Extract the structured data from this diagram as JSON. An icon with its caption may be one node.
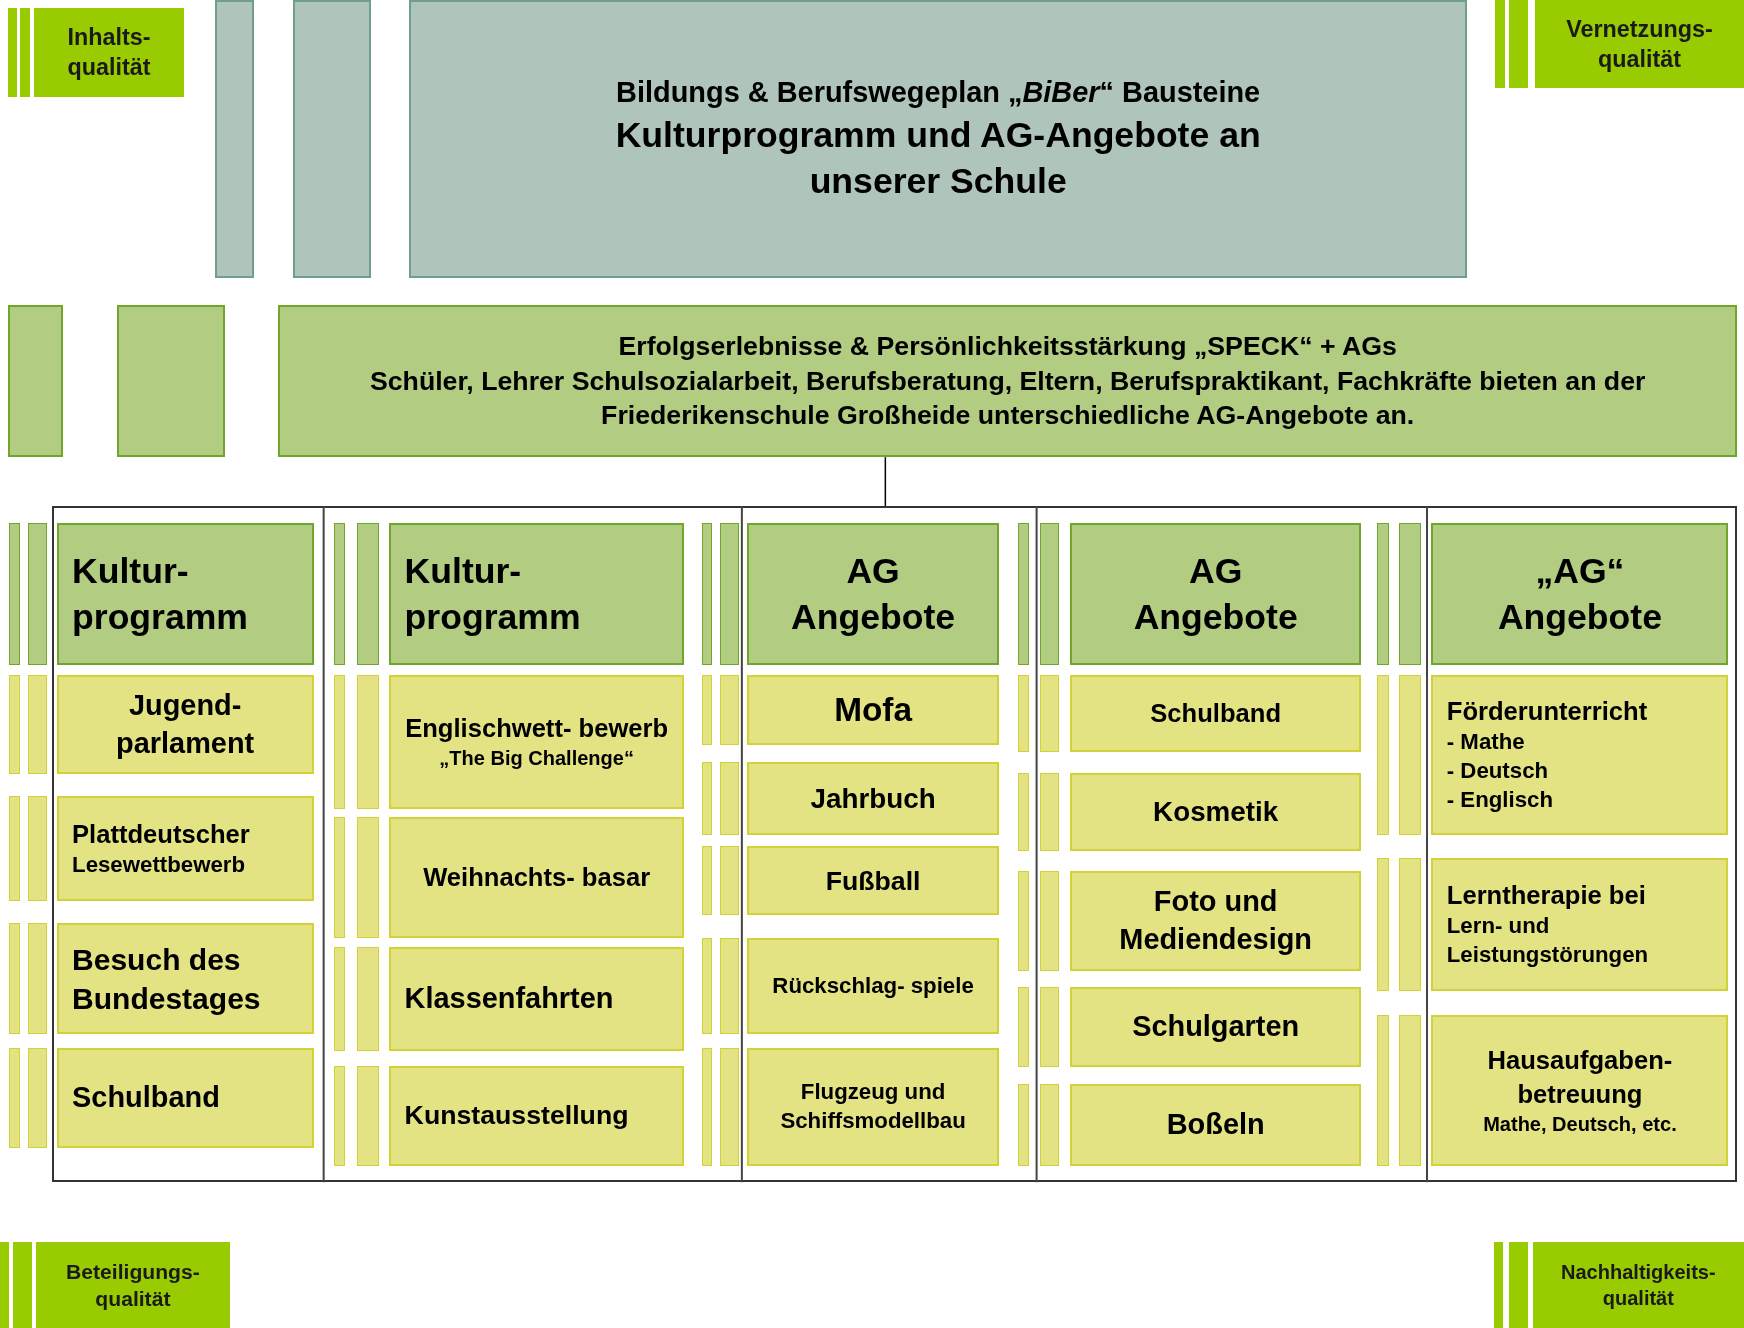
{
  "diagram": {
    "nodes": [
      {
        "text": [],
        "shape": "bar"
      },
      {
        "text": [],
        "shape": "bar"
      },
      {
        "text": [
          "Inhalts- qualität"
        ]
      },
      {
        "text": [],
        "shape": "bar"
      },
      {
        "text": [],
        "shape": "bar"
      },
      {
        "text": [
          "Bildungs & Berufswegeplan „*BiBer*“ Bausteine",
          "Kulturprogramm und AG-Angebote an unserer Schule"
        ]
      },
      {
        "text": [],
        "shape": "bar"
      },
      {
        "text": [],
        "shape": "bar"
      },
      {
        "text": [
          "Vernetzungs- qualität"
        ]
      },
      {
        "text": [],
        "shape": "bar"
      },
      {
        "text": [],
        "shape": "bar"
      },
      {
        "text": [
          "Erfolgserlebnisse & Persönlichkeitsstärkung „SPECK“ + AGs",
          "Schüler, Lehrer Schulsozialarbeit, Berufsberatung, Eltern, Berufspraktikant, Fachkräfte bieten an der Friederikenschule Großheide unterschiedliche AG-Angebote an."
        ]
      },
      {
        "text": [],
        "shape": "bar"
      },
      {
        "text": [],
        "shape": "bar"
      },
      {
        "text": [],
        "shape": "bar"
      },
      {
        "text": [],
        "shape": "bar"
      },
      {
        "text": [],
        "shape": "bar"
      },
      {
        "text": [],
        "shape": "bar"
      },
      {
        "text": [],
        "shape": "bar"
      },
      {
        "text": [],
        "shape": "bar"
      },
      {
        "text": [],
        "shape": "bar"
      },
      {
        "text": [],
        "shape": "bar"
      },
      {
        "text": [],
        "shape": "box"
      },
      {
        "text": [
          "Kultur- programm"
        ],
        "in": 22
      },
      {
        "text": [
          "Jugend- parlament"
        ],
        "in": 22
      },
      {
        "text": [
          "Plattdeutscher",
          "Lesewettbewerb"
        ],
        "in": 22
      },
      {
        "text": [
          "Besuch des Bundestages"
        ],
        "in": 22
      },
      {
        "text": [
          "Schulband"
        ],
        "in": 22
      },
      {
        "text": [],
        "shape": "bar",
        "in": 22
      },
      {
        "text": [],
        "shape": "bar",
        "in": 22
      },
      {
        "text": [
          "Kultur- programm"
        ],
        "in": 22
      },
      {
        "text": [],
        "shape": "bar",
        "in": 22
      },
      {
        "text": [],
        "shape": "bar",
        "in": 22
      },
      {
        "text": [
          "Englischwett- bewerb",
          "„The Big Challenge“"
        ],
        "in": 22
      },
      {
        "text": [],
        "shape": "bar",
        "in": 22
      },
      {
        "text": [],
        "shape": "bar",
        "in": 22
      },
      {
        "text": [
          "Weihnachts- basar"
        ],
        "in": 22
      },
      {
        "text": [],
        "shape": "bar",
        "in": 22
      },
      {
        "text": [],
        "shape": "bar",
        "in": 22
      },
      {
        "text": [
          "Klassenfahrten"
        ],
        "in": 22
      },
      {
        "text": [],
        "shape": "bar",
        "in": 22
      },
      {
        "text": [],
        "shape": "bar",
        "in": 22
      },
      {
        "text": [
          "Kunstausstellung"
        ],
        "in": 22
      },
      {
        "text": [],
        "shape": "bar",
        "in": 22
      },
      {
        "text": [],
        "shape": "bar",
        "in": 22
      },
      {
        "text": [
          "AG Angebote"
        ],
        "in": 22
      },
      {
        "text": [],
        "shape": "bar",
        "in": 22
      },
      {
        "text": [],
        "shape": "bar",
        "in": 22
      },
      {
        "text": [
          "Mofa"
        ],
        "in": 22
      },
      {
        "text": [],
        "shape": "bar",
        "in": 22
      },
      {
        "text": [],
        "shape": "bar",
        "in": 22
      },
      {
        "text": [
          "Jahrbuch"
        ],
        "in": 22
      },
      {
        "text": [],
        "shape": "bar",
        "in": 22
      },
      {
        "text": [],
        "shape": "bar",
        "in": 22
      },
      {
        "text": [
          "Fußball"
        ],
        "in": 22
      },
      {
        "text": [],
        "shape": "bar",
        "in": 22
      },
      {
        "text": [],
        "shape": "bar",
        "in": 22
      },
      {
        "text": [
          "Rückschlag- spiele"
        ],
        "in": 22
      },
      {
        "text": [],
        "shape": "bar",
        "in": 22
      },
      {
        "text": [],
        "shape": "bar",
        "in": 22
      },
      {
        "text": [
          "Flugzeug und Schiffsmodellbau"
        ],
        "in": 22
      },
      {
        "text": [],
        "shape": "bar",
        "in": 22
      },
      {
        "text": [],
        "shape": "bar",
        "in": 22
      },
      {
        "text": [
          "AG Angebote"
        ],
        "in": 22
      },
      {
        "text": [],
        "shape": "bar",
        "in": 22
      },
      {
        "text": [],
        "shape": "bar",
        "in": 22
      },
      {
        "text": [
          "Schulband"
        ],
        "in": 22
      },
      {
        "text": [],
        "shape": "bar",
        "in": 22
      },
      {
        "text": [],
        "shape": "bar",
        "in": 22
      },
      {
        "text": [
          "Kosmetik"
        ],
        "in": 22
      },
      {
        "text": [],
        "shape": "bar",
        "in": 22
      },
      {
        "text": [],
        "shape": "bar",
        "in": 22
      },
      {
        "text": [
          "Foto und Mediendesign"
        ],
        "in": 22
      },
      {
        "text": [],
        "shape": "bar",
        "in": 22
      },
      {
        "text": [],
        "shape": "bar",
        "in": 22
      },
      {
        "text": [
          "Schulgarten"
        ],
        "in": 22
      },
      {
        "text": [],
        "shape": "bar",
        "in": 22
      },
      {
        "text": [],
        "shape": "bar",
        "in": 22
      },
      {
        "text": [
          "Boßeln"
        ],
        "in": 22
      },
      {
        "text": [],
        "shape": "bar",
        "in": 22
      },
      {
        "text": [],
        "shape": "bar",
        "in": 22
      },
      {
        "text": [
          "„AG“ Angebote"
        ],
        "in": 22
      },
      {
        "text": [],
        "shape": "bar",
        "in": 22
      },
      {
        "text": [],
        "shape": "bar",
        "in": 22
      },
      {
        "text": [
          "Förderunterricht",
          "- Mathe",
          "- Deutsch",
          "- Englisch"
        ],
        "in": 22
      },
      {
        "text": [],
        "shape": "bar",
        "in": 22
      },
      {
        "text": [],
        "shape": "bar",
        "in": 22
      },
      {
        "text": [
          "Lerntherapie bei",
          "Lern- und Leistungstörungen"
        ],
        "in": 22
      },
      {
        "text": [],
        "shape": "bar",
        "in": 22
      },
      {
        "text": [],
        "shape": "bar",
        "in": 22
      },
      {
        "text": [
          "Hausaufgaben- betreuung",
          "Mathe, Deutsch, etc."
        ],
        "in": 22
      },
      {
        "text": [],
        "shape": "bar"
      },
      {
        "text": [],
        "shape": "bar"
      },
      {
        "text": [
          "Beteiligungs- qualität"
        ]
      },
      {
        "text": [],
        "shape": "bar"
      },
      {
        "text": [],
        "shape": "bar"
      },
      {
        "text": [
          "Nachhaltigkeits- qualität"
        ]
      }
    ],
    "edges": [
      {
        "from": 11,
        "to": 22,
        "arrow": "none"
      }
    ]
  }
}
